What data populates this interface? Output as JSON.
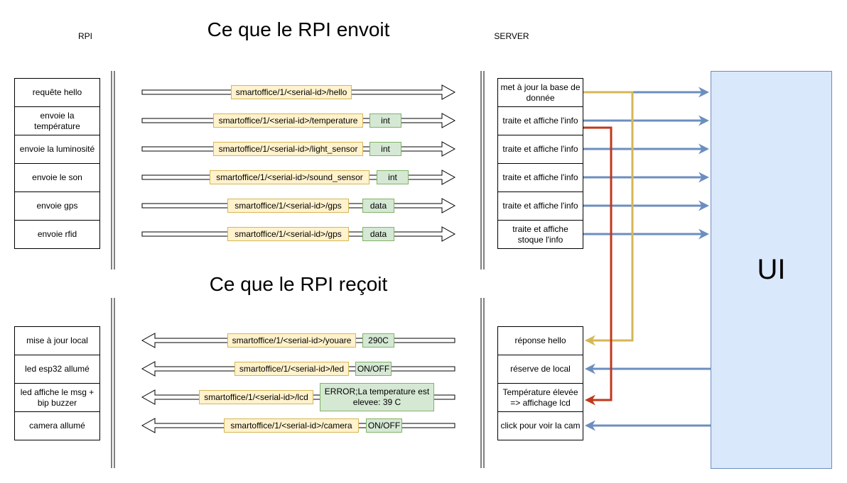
{
  "titles": {
    "sent": "Ce que le RPI envoit",
    "received": "Ce que le RPI reçoit",
    "rpi": "RPI",
    "server": "SERVER",
    "ui": "UI"
  },
  "sent": {
    "rpi": [
      "requête hello",
      "envoie la température",
      "envoie la luminosité",
      "envoie le son",
      "envoie gps",
      "envoie rfid"
    ],
    "topics": [
      "smartoffice/1/<serial-id>/hello",
      "smartoffice/1/<serial-id>/temperature",
      "smartoffice/1/<serial-id>/light_sensor",
      "smartoffice/1/<serial-id>/sound_sensor",
      "smartoffice/1/<serial-id>/gps",
      "smartoffice/1/<serial-id>/gps"
    ],
    "values": [
      "",
      "int",
      "int",
      "int",
      "data",
      "data"
    ],
    "server": [
      "met à jour la base de donnée",
      "traite et affiche l'info",
      "traite et affiche l'info",
      "traite et affiche l'info",
      "traite et affiche l'info",
      "traite et affiche stoque l'info"
    ]
  },
  "received": {
    "rpi": [
      "mise à jour local",
      "led esp32 allumé",
      "led affiche le msg + bip buzzer",
      "camera allumé"
    ],
    "topics": [
      "smartoffice/1/<serial-id>/youare",
      "smartoffice/1/<serial-id>/led",
      "smartoffice/1/<serial-id>/lcd",
      "smartoffice/1/<serial-id>/camera"
    ],
    "values": [
      "290C",
      "ON/OFF",
      "ERROR;La temperature est elevee: 39 C",
      "ON/OFF"
    ],
    "server": [
      "réponse hello",
      "réserve de local",
      "Température élevée => affichage lcd",
      "click pour voir la cam"
    ]
  },
  "colors": {
    "blue": "#6c8ebf",
    "yellow": "#d6b656",
    "red": "#c0391b",
    "ui_fill": "#dae8fc",
    "topic_fill": "#fff2cc",
    "value_fill": "#d5e8d4"
  }
}
